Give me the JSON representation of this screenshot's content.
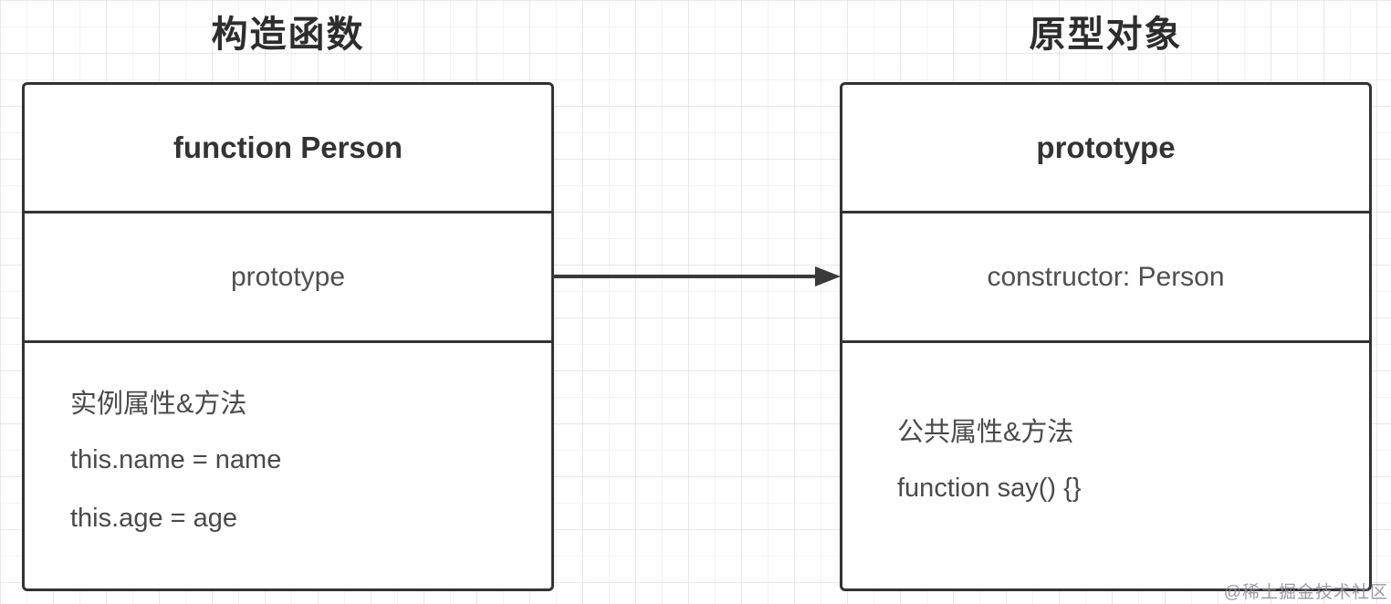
{
  "titles": {
    "left": "构造函数",
    "right": "原型对象"
  },
  "left_box": {
    "header": "function Person",
    "prototype_row": "prototype",
    "body_lines": [
      "实例属性&方法",
      "this.name = name",
      "this.age = age"
    ]
  },
  "right_box": {
    "header": "prototype",
    "constructor_row": "constructor:  Person",
    "body_lines": [
      "公共属性&方法",
      "function say() {}"
    ]
  },
  "arrow": {
    "meaning": "prototype-reference",
    "direction": "left-to-right"
  },
  "watermark": "@稀土掘金技术社区",
  "colors": {
    "box_border": "#333333",
    "header_text": "#333333",
    "body_text": "#4a4a4a",
    "title_text": "#2d2d2d",
    "arrow": "#3a3a3a",
    "grid_line": "#e3e3ea",
    "background": "#fefefe",
    "watermark_text": "#8a8a92"
  }
}
